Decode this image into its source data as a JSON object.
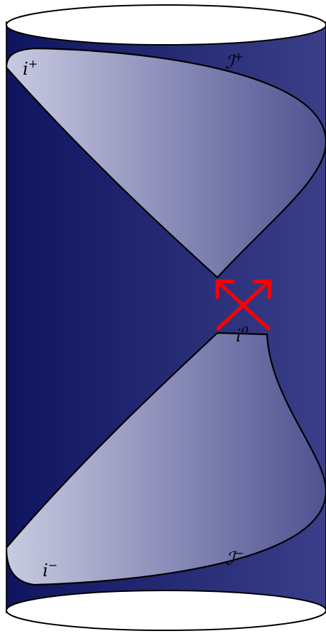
{
  "labels": {
    "i_plus": {
      "base": "i",
      "sup": "+"
    },
    "scri_plus": {
      "base": "ℐ",
      "sup": "+"
    },
    "i_zero": {
      "base": "i",
      "sup": "0"
    },
    "i_minus": {
      "base": "i",
      "sup": "−"
    },
    "scri_minus": {
      "base": "ℐ",
      "sup": "−"
    }
  },
  "colors": {
    "cylinder_dark": "#0f145e",
    "cylinder_light": "#3b3f8a",
    "surface_light": "#c9cbe2",
    "surface_dark": "#4e5290",
    "outline": "#000000",
    "arrow": "#ff0000",
    "background": "#ffffff"
  }
}
